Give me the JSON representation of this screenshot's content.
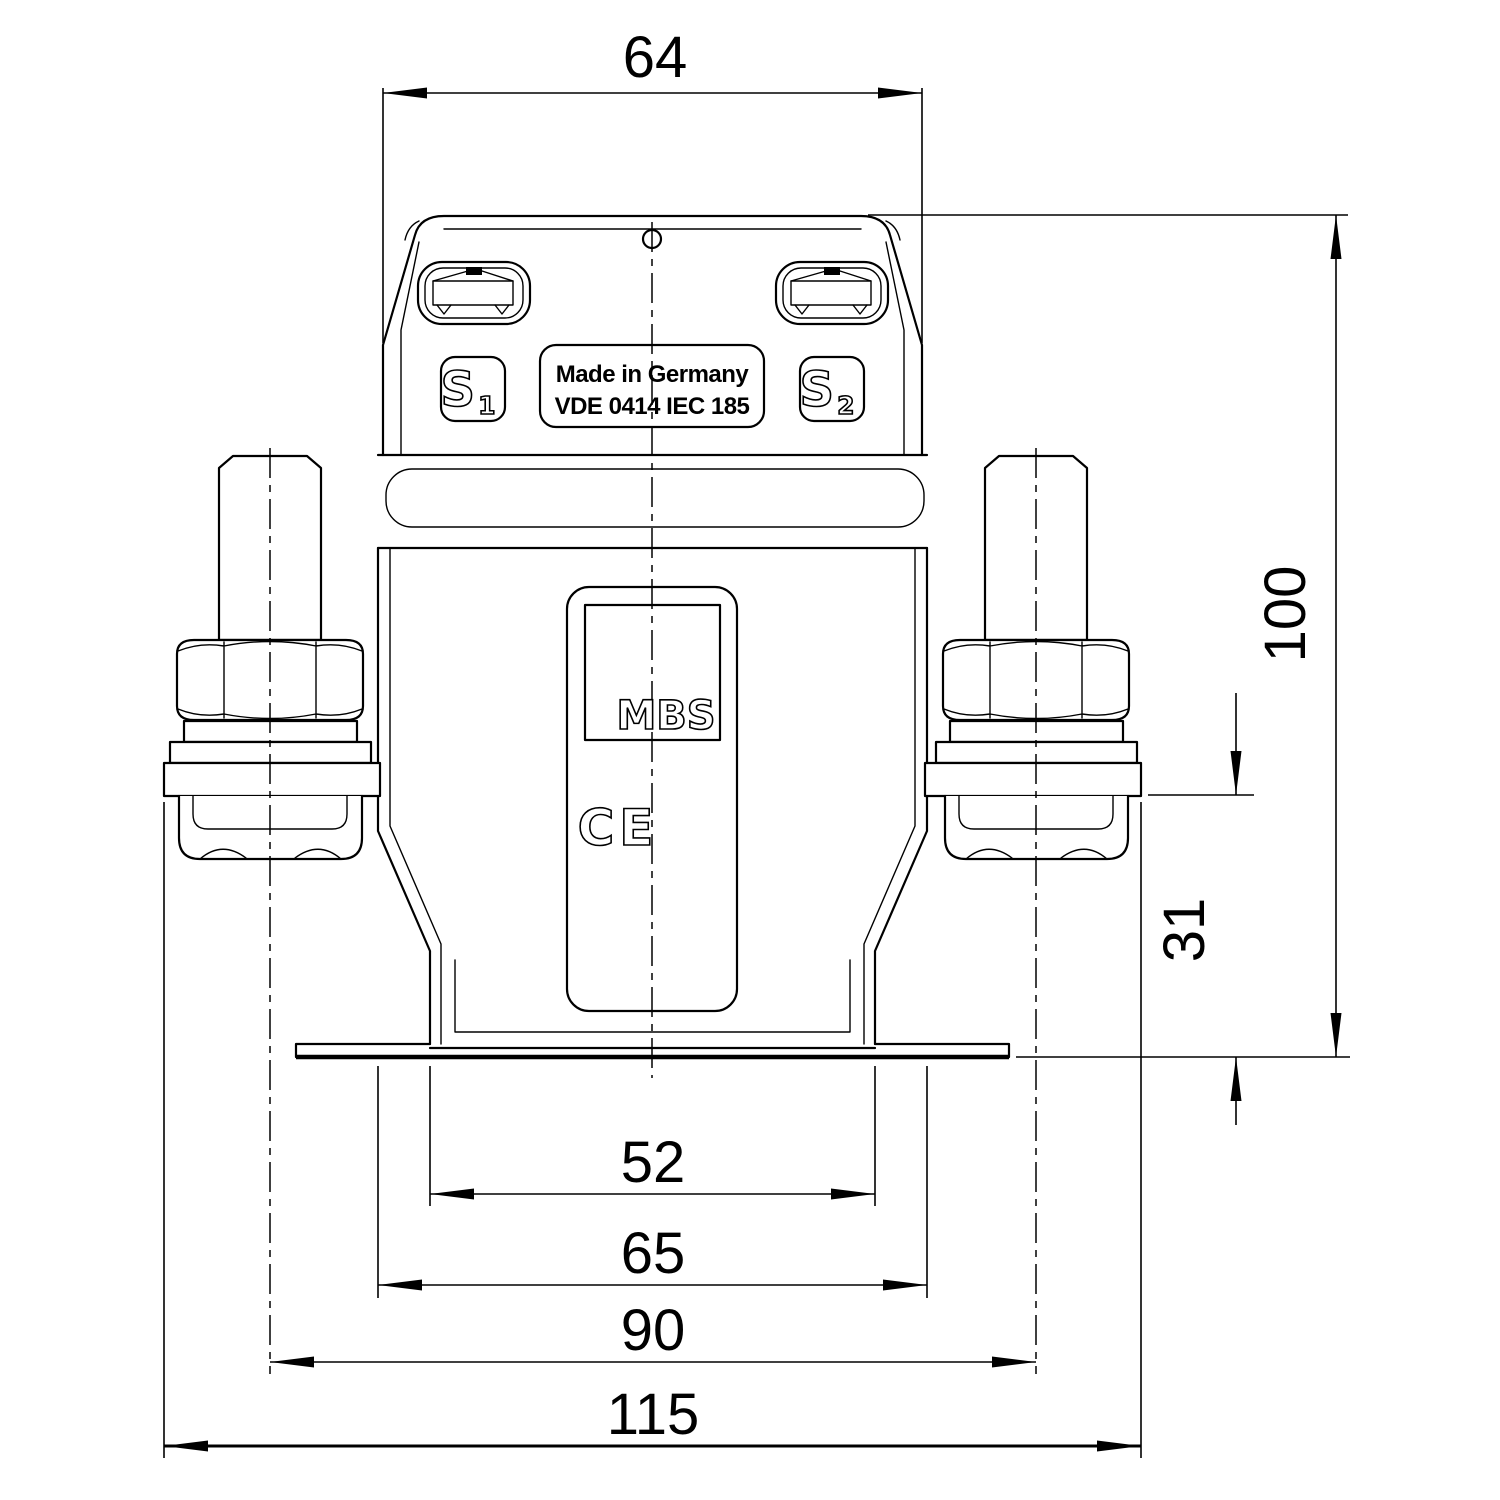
{
  "device": {
    "terminal_left": "S",
    "terminal_left_sub": "1",
    "terminal_right": "S",
    "terminal_right_sub": "2",
    "made_in": "Made in Germany",
    "standards": "VDE 0414 IEC 185",
    "brand": "MBS",
    "ce_mark": "CE"
  },
  "dimensions": {
    "top_width": "64",
    "overall_height": "100",
    "foot_section_height": "31",
    "bottom_inner_width": "52",
    "body_width": "65",
    "bolt_spacing": "90",
    "overall_width": "115"
  },
  "colors": {
    "line": "#000000",
    "background": "#ffffff"
  }
}
